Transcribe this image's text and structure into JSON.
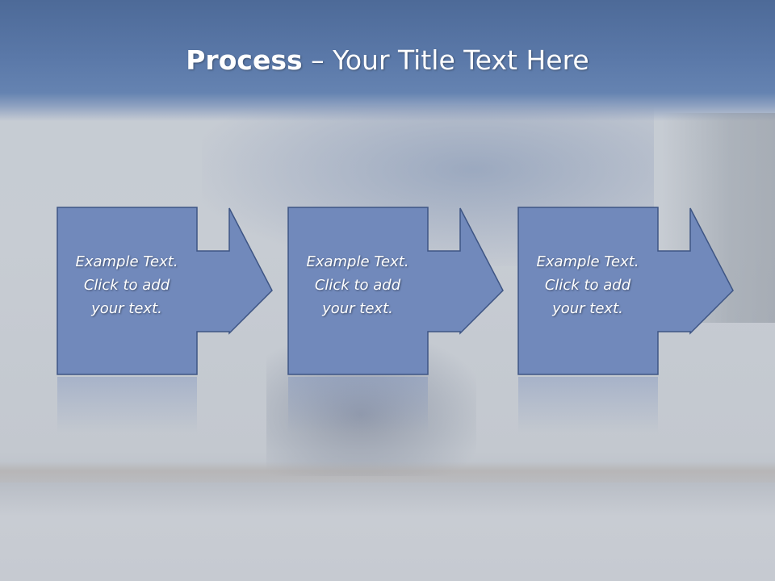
{
  "title": {
    "bold": "Process",
    "rest": " – Your Title Text Here"
  },
  "steps": [
    {
      "line1": "Example Text.",
      "line2": "Click  to add",
      "line3": "your text."
    },
    {
      "line1": "Example Text.",
      "line2": "Click  to add",
      "line3": "your text."
    },
    {
      "line1": "Example Text.",
      "line2": "Click  to add",
      "line3": "your text."
    }
  ],
  "colors": {
    "header": "#5a78a8",
    "box_fill": "#7189bb",
    "box_stroke": "#3e5584",
    "title_text": "#ffffff"
  }
}
